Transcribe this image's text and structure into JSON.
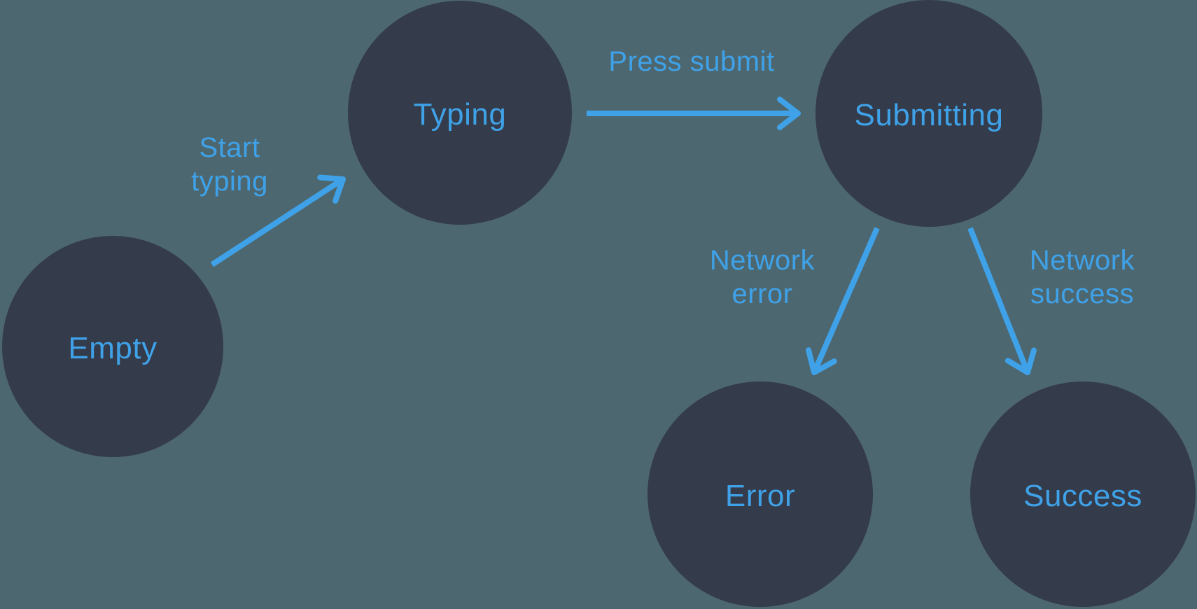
{
  "colors": {
    "background": "#4d6770",
    "node": "#343b4a",
    "accent": "#3fa2e8"
  },
  "diagram": {
    "type": "state-machine",
    "nodes": [
      {
        "id": "empty",
        "label": "Empty"
      },
      {
        "id": "typing",
        "label": "Typing"
      },
      {
        "id": "submitting",
        "label": "Submitting"
      },
      {
        "id": "error",
        "label": "Error"
      },
      {
        "id": "success",
        "label": "Success"
      }
    ],
    "edges": [
      {
        "from": "empty",
        "to": "typing",
        "label": "Start typing",
        "label_lines": [
          "Start",
          "typing"
        ]
      },
      {
        "from": "typing",
        "to": "submitting",
        "label": "Press submit",
        "label_lines": [
          "Press submit"
        ]
      },
      {
        "from": "submitting",
        "to": "error",
        "label": "Network error",
        "label_lines": [
          "Network",
          "error"
        ]
      },
      {
        "from": "submitting",
        "to": "success",
        "label": "Network success",
        "label_lines": [
          "Network",
          "success"
        ]
      }
    ]
  }
}
